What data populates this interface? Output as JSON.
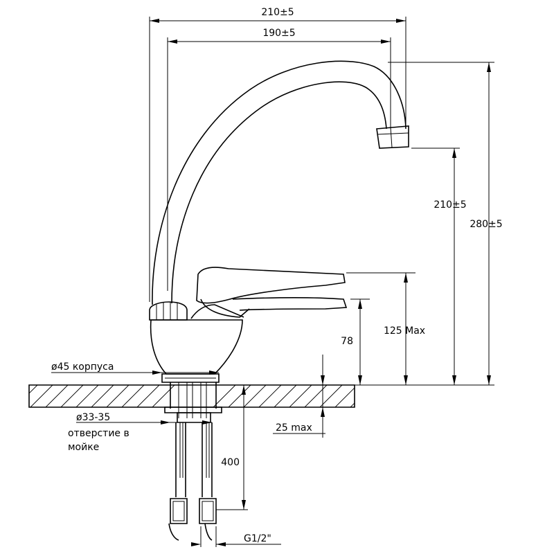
{
  "labels": {
    "total_width": "210±5",
    "spout_reach": "190±5",
    "spout_height": "210±5",
    "total_height": "280±5",
    "lever_height": "125 Max",
    "body_height": "78",
    "body_diameter": "ø45 корпуса",
    "hole_diameter": "ø33-35",
    "hole_note_line1": "отверстие в",
    "hole_note_line2": "мойке",
    "counter_thickness": "25 max",
    "hose_length": "400",
    "thread": "G1/2\""
  }
}
